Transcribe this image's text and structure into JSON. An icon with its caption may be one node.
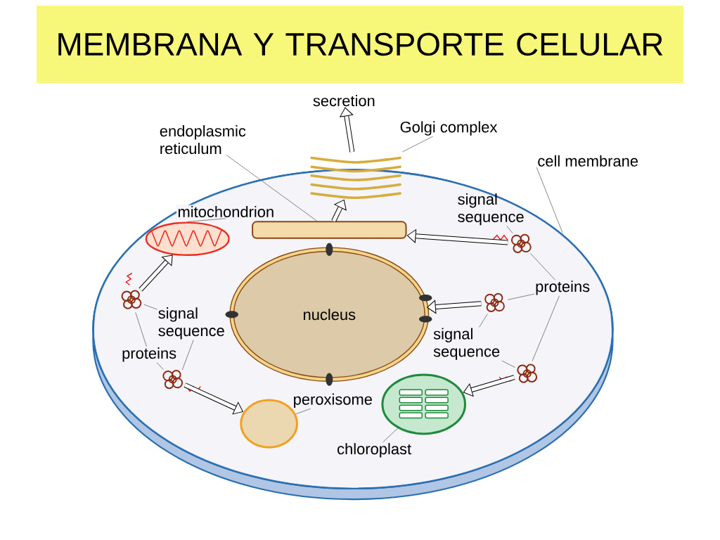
{
  "diagram": {
    "title": "MEMBRANA Y TRANSPORTE CELULAR",
    "nodes": [
      {
        "text": [
          "secretion"
        ]
      },
      {
        "text": [
          "endoplasmic reticulum"
        ]
      },
      {
        "text": [
          "Golgi complex"
        ]
      },
      {
        "text": [
          "cell membrane"
        ]
      },
      {
        "text": [
          "mitochondrion"
        ]
      },
      {
        "text": [
          "signal sequence"
        ]
      },
      {
        "text": [
          "proteins"
        ]
      },
      {
        "text": [
          "signal sequence"
        ]
      },
      {
        "text": [
          "proteins"
        ]
      },
      {
        "text": [
          "nucleus"
        ]
      },
      {
        "text": [
          "signal sequence"
        ]
      },
      {
        "text": [
          "peroxisome"
        ]
      },
      {
        "text": [
          "chloroplast"
        ]
      },
      {
        "text": [],
        "shape": "picture"
      },
      {
        "text": [],
        "shape": "box"
      },
      {
        "text": [],
        "shape": "picture"
      },
      {
        "text": [],
        "shape": "picture"
      },
      {
        "text": [],
        "shape": "picture"
      },
      {
        "text": [],
        "shape": "picture"
      },
      {
        "text": [],
        "shape": "picture"
      },
      {
        "text": [],
        "shape": "picture"
      },
      {
        "text": [],
        "shape": "circle"
      },
      {
        "text": [],
        "shape": "picture"
      }
    ],
    "edges": [
      {
        "from": 1,
        "to": 14,
        "arrow": "none"
      },
      {
        "from": 2,
        "to": 13,
        "arrow": "none"
      },
      {
        "from": 3,
        "to": null,
        "arrow": "none"
      },
      {
        "from": 4,
        "to": 15,
        "arrow": "none"
      },
      {
        "from": 5,
        "to": 16,
        "arrow": "none"
      },
      {
        "from": 6,
        "to": 16,
        "arrow": "none"
      },
      {
        "from": 6,
        "to": 18,
        "arrow": "none"
      },
      {
        "from": 6,
        "to": 20,
        "arrow": "none"
      },
      {
        "from": 7,
        "to": 17,
        "arrow": "none"
      },
      {
        "from": 8,
        "to": 17,
        "arrow": "none"
      },
      {
        "from": 8,
        "to": 19,
        "arrow": "none"
      },
      {
        "from": 7,
        "to": 19,
        "arrow": "none"
      },
      {
        "from": 10,
        "to": 18,
        "arrow": "none"
      },
      {
        "from": 10,
        "to": 20,
        "arrow": "none"
      },
      {
        "from": 11,
        "to": 21,
        "arrow": "none"
      },
      {
        "from": 12,
        "to": 22,
        "arrow": "none"
      },
      {
        "from": 14,
        "to": 13,
        "arrow": "to",
        "style": "thick"
      },
      {
        "from": 13,
        "to": 0,
        "arrow": "to",
        "style": "thick"
      },
      {
        "from": 16,
        "to": 14,
        "arrow": "to",
        "style": "thick"
      },
      {
        "from": 17,
        "to": 15,
        "arrow": "to",
        "style": "thick"
      },
      {
        "from": 18,
        "to": 9,
        "arrow": "to",
        "style": "thick"
      },
      {
        "from": 19,
        "to": 21,
        "arrow": "to",
        "style": "thick"
      },
      {
        "from": 20,
        "to": 22,
        "arrow": "to",
        "style": "thick"
      }
    ]
  }
}
